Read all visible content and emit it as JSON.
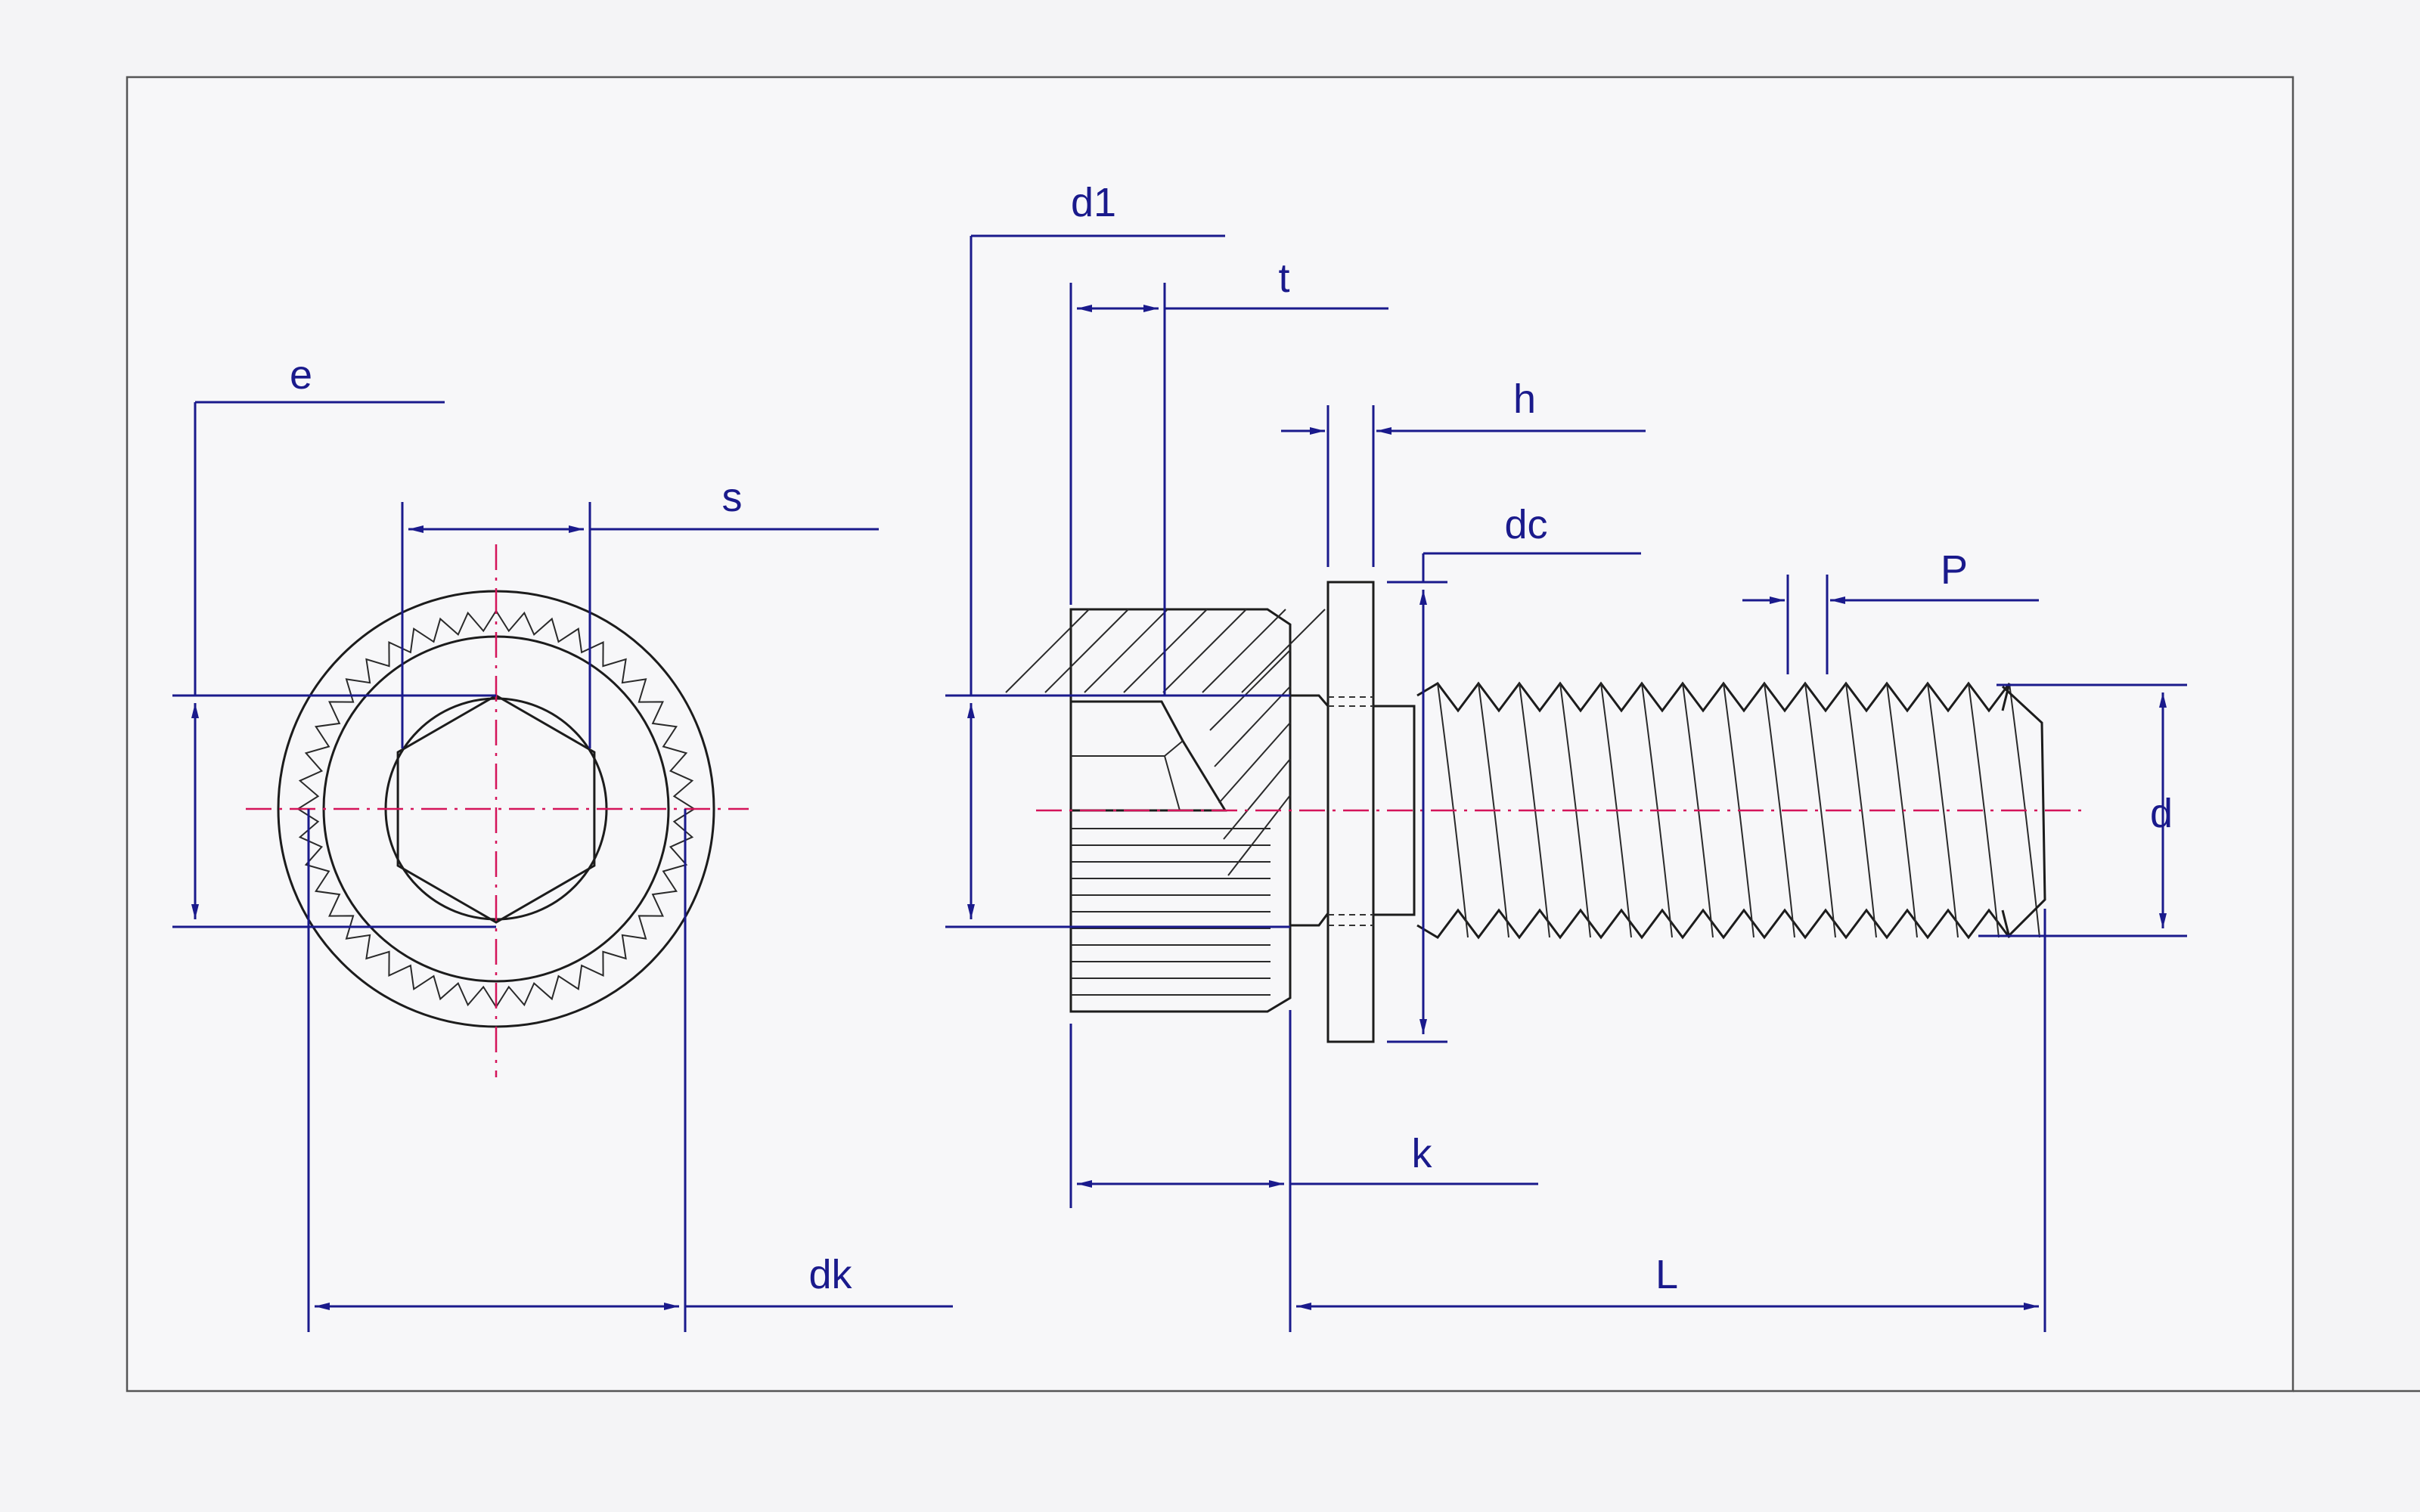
{
  "labels": {
    "e": "e",
    "s": "s",
    "dk": "dk",
    "d1": "d1",
    "t": "t",
    "h": "h",
    "dc": "dc",
    "P": "P",
    "d": "d",
    "k": "k",
    "L": "L"
  },
  "colors": {
    "dimension": "#1a1a8c",
    "centerline": "#d4145a",
    "outline": "#1c1c1c",
    "frame": "#555555",
    "background": "#f4f4f6"
  }
}
